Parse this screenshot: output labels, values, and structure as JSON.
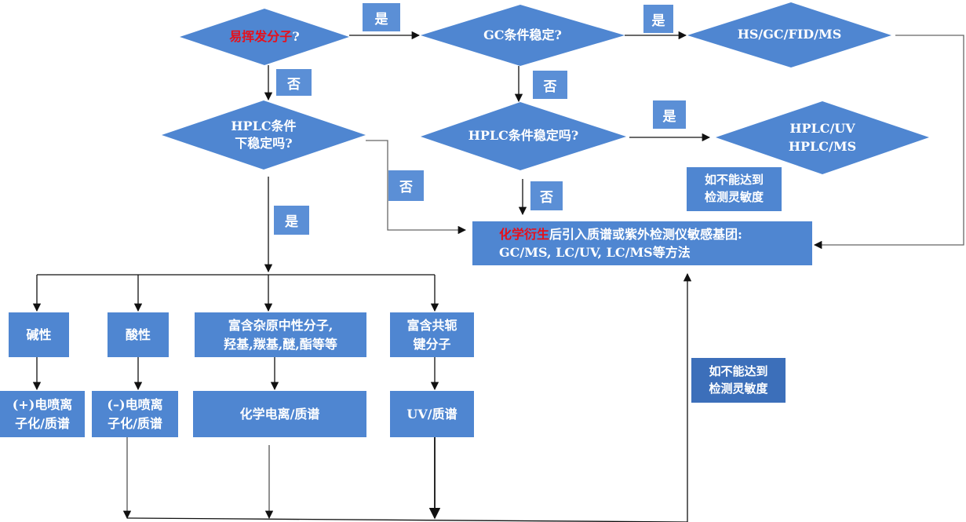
{
  "decisions": {
    "volatile": {
      "highlight": "易挥发分子",
      "suffix": "?"
    },
    "gc_stable": "GC条件稳定?",
    "hplc_stable_left": "HPLC条件\n下稳定吗?",
    "hplc_stable_mid": "HPLC条件稳定吗?",
    "hs_gc": "HS/GC/FID/MS",
    "hplc_uv_ms": "HPLC/UV\nHPLC/MS"
  },
  "labels": {
    "yes": "是",
    "no": "否"
  },
  "derivatization": {
    "highlight": "化学衍生",
    "line1_rest": "后引入质谱或紫外检测仪敏感基团:",
    "line2": "GC/MS, LC/UV, LC/MS等方法"
  },
  "sensitivity_note": "如不能达到\n检测灵敏度",
  "categories": {
    "basic": "碱性",
    "acidic": "酸性",
    "hetero": "富含杂原中性分子,\n羟基,羰基,醚,酯等等",
    "conjugated": "富含共轭\n键分子"
  },
  "methods": {
    "esi_pos": "(+)电喷离\n子化/质谱",
    "esi_neg": "(–)电喷离\n子化/质谱",
    "ci_ms": "化学电离/质谱",
    "uv_ms": "UV/质谱"
  },
  "colors": {
    "box_fill": "#4f86d1",
    "label_fill": "#5b8fd6",
    "dark_fill": "#3c6fba",
    "highlight": "#e8101a"
  }
}
